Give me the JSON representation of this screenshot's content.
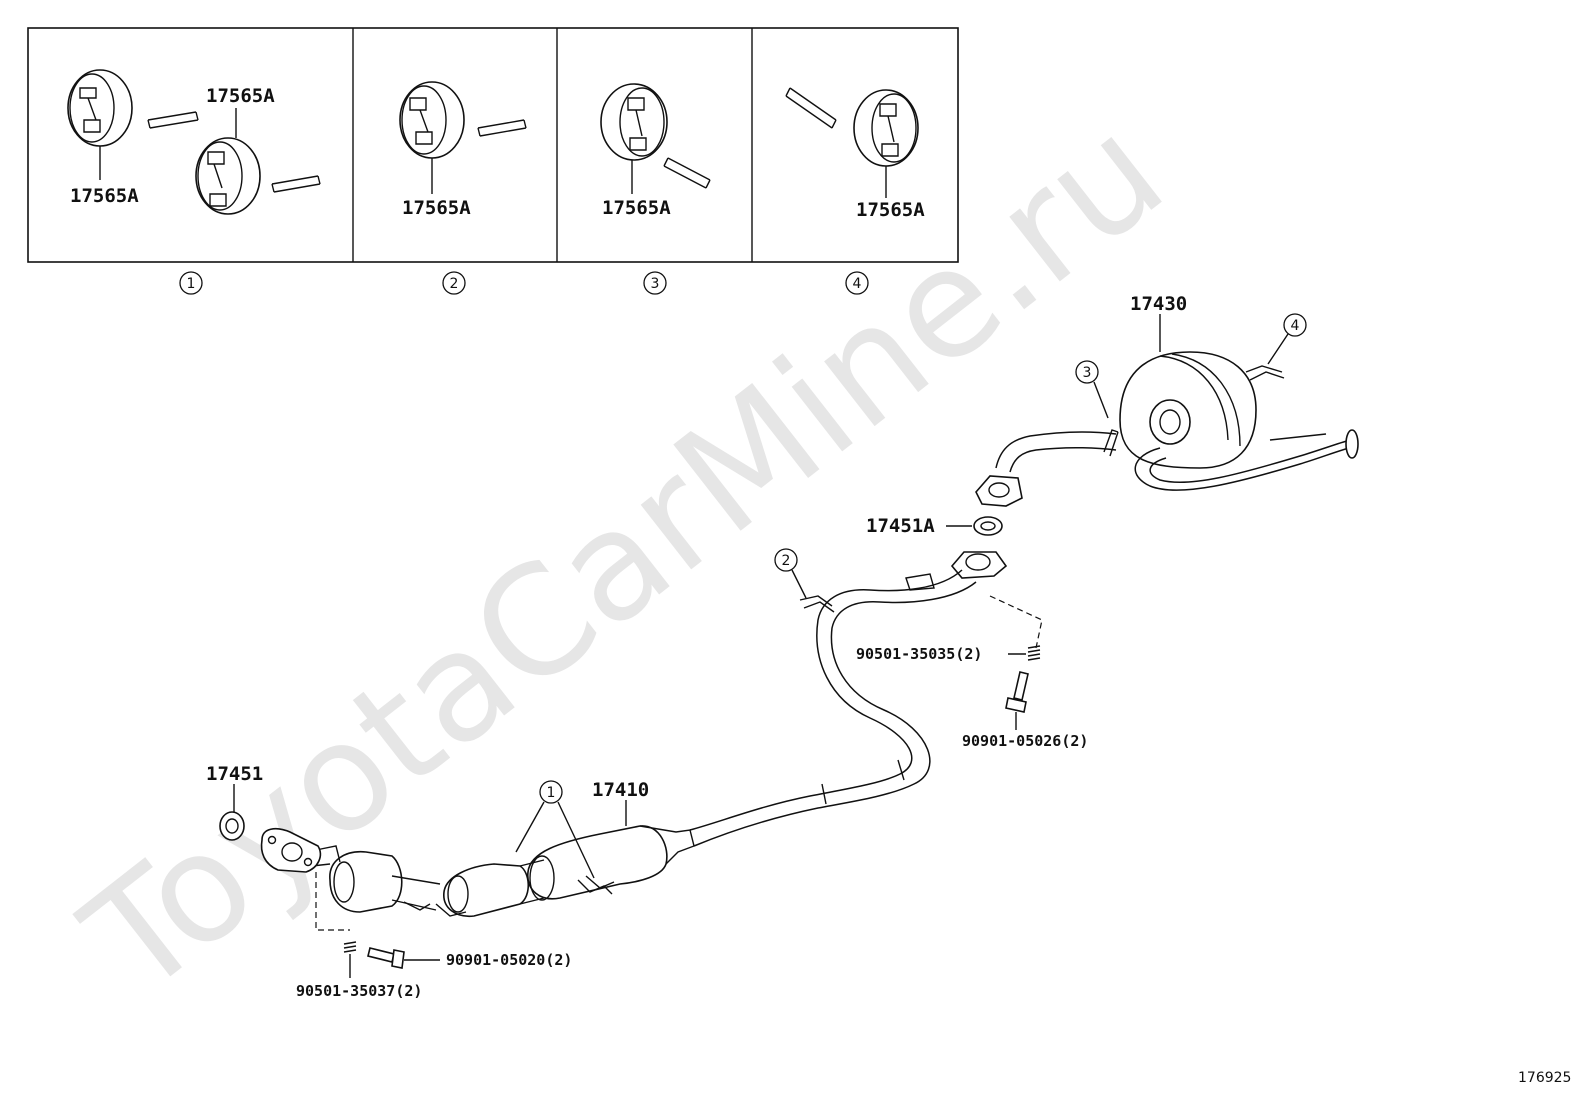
{
  "watermark": "ToyotaCarMine.ru",
  "diagram_id": "176925",
  "insets": [
    {
      "marker": "1",
      "labels": [
        "17565A",
        "17565A"
      ]
    },
    {
      "marker": "2",
      "labels": [
        "17565A"
      ]
    },
    {
      "marker": "3",
      "labels": [
        "17565A"
      ]
    },
    {
      "marker": "4",
      "labels": [
        "17565A"
      ]
    }
  ],
  "parts": {
    "tail_pipe": "17430",
    "center_gasket": "17451A",
    "front_gasket": "17451",
    "front_pipe": "17410",
    "spring_center": "90501-35035(2)",
    "bolt_center": "90901-05026(2)",
    "bolt_front": "90901-05020(2)",
    "spring_front": "90501-35037(2)"
  },
  "callouts": {
    "hanger_1": "1",
    "hanger_2": "2",
    "hanger_3": "3",
    "hanger_4": "4"
  }
}
